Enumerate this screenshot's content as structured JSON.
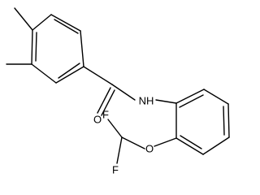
{
  "molecule": {
    "atom_labels": {
      "carbonyl_oxygen": "O",
      "amide_nitrogen": "NH",
      "ether_oxygen": "O",
      "fluorine_1": "F",
      "fluorine_2": "F"
    }
  }
}
